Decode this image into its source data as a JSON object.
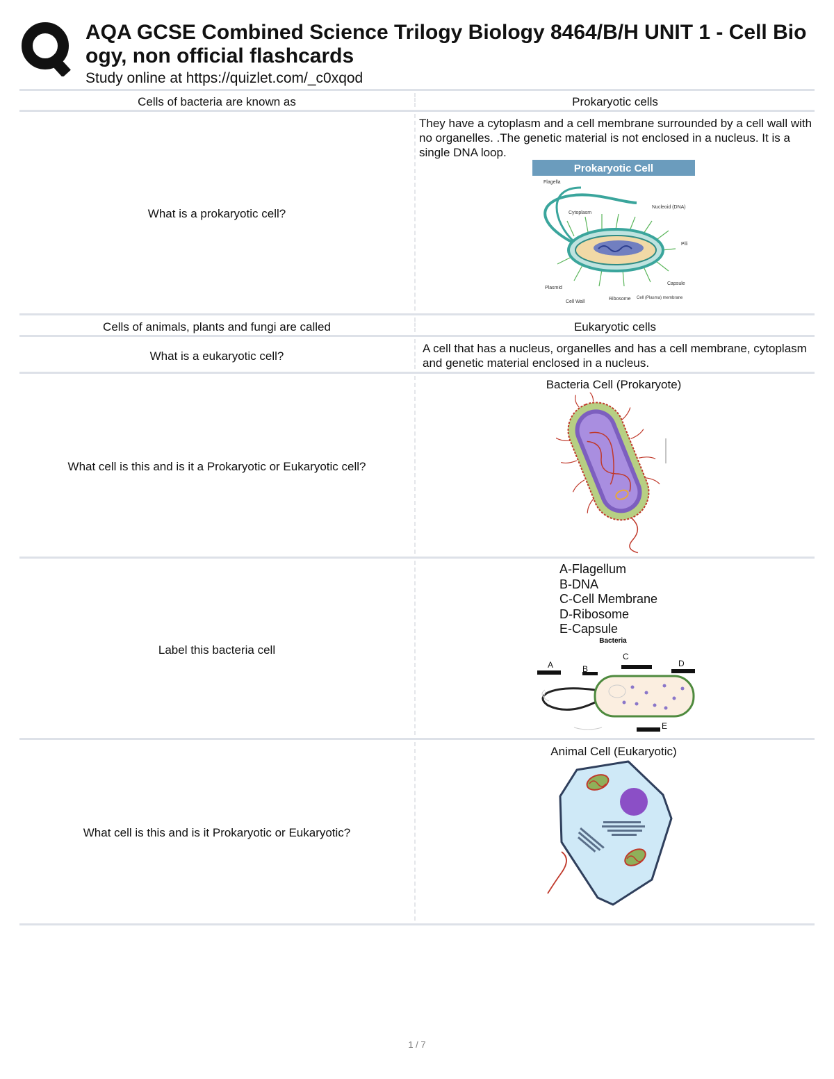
{
  "header": {
    "title_line1": "AQA GCSE Combined Science Trilogy Biology 8464/B/H UNIT 1 - Cell Bio",
    "title_line2": "ogy, non official flashcards",
    "subtitle": "Study online at https://quizlet.com/_c0xqod"
  },
  "cards": [
    {
      "question": "Cells of bacteria are known as",
      "answer": "Prokaryotic cells"
    },
    {
      "question": "What is a prokaryotic cell?",
      "answer": "They have a cytoplasm and a cell membrane surrounded by a cell wall with no organelles. .The genetic material is not enclosed in a nucleus. It is a single DNA loop.",
      "figure": {
        "banner": "Prokaryotic Cell",
        "labels": [
          "Flagella",
          "Cytoplasm",
          "Nucleoid (DNA)",
          "Pili",
          "Capsule",
          "Plasmid",
          "Cell Wall",
          "Ribosome",
          "Cell (Plasma) membrane"
        ]
      }
    },
    {
      "question": "Cells of animals, plants and fungi are called",
      "answer": "Eukaryotic cells"
    },
    {
      "question": "What is a eukaryotic cell?",
      "answer": "A cell that has a nucleus, organelles and has a cell membrane, cytoplasm and genetic material enclosed in a nucleus."
    },
    {
      "question": "What cell is this and is it a Prokaryotic or Eukaryotic cell?",
      "answer": "Bacteria Cell (Prokaryote)"
    },
    {
      "question": "Label this bacteria cell",
      "answer_lines": [
        "A-Flagellum",
        "B-DNA",
        "C-Cell Membrane",
        "D-Ribosome",
        "E-Capsule"
      ],
      "figure": {
        "title": "Bacteria",
        "letters": [
          "A",
          "B",
          "C",
          "D",
          "E"
        ]
      }
    },
    {
      "question": "What cell is this and is it Prokaryotic or Eukaryotic?",
      "answer": "Animal Cell (Eukaryotic)"
    }
  ],
  "footer": {
    "page": "1 / 7"
  }
}
